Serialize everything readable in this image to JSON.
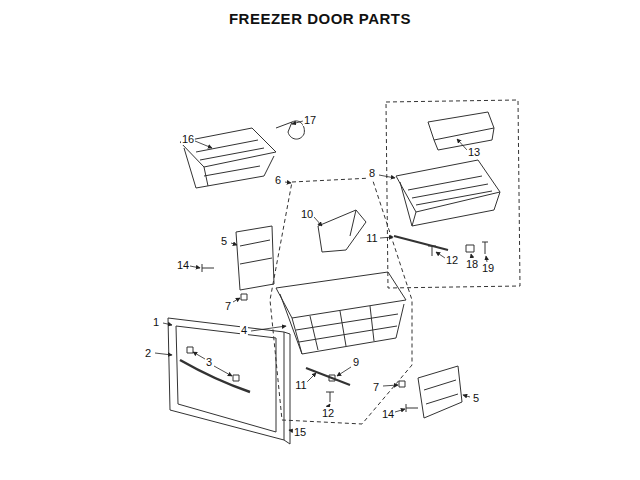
{
  "diagram": {
    "title": "FREEZER DOOR PARTS",
    "labels": [
      "17",
      "16",
      "13",
      "8",
      "6",
      "10",
      "5",
      "11",
      "14",
      "12",
      "18",
      "19",
      "7",
      "1",
      "4",
      "2",
      "3",
      "9",
      "11",
      "7",
      "5",
      "12",
      "14",
      "15"
    ]
  }
}
